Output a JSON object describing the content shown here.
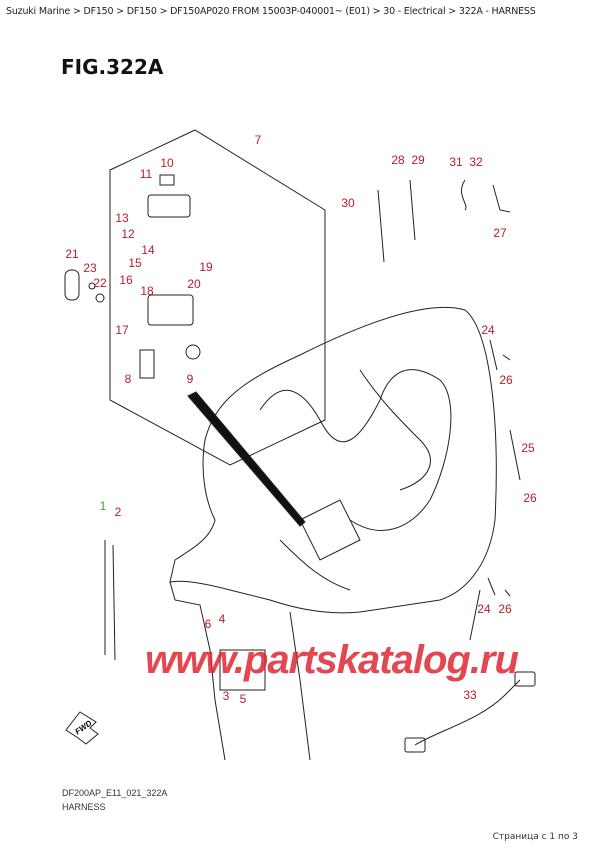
{
  "breadcrumb": "Suzuki Marine > DF150 > DF150 > DF150AP020 FROM 15003P-040001~ (E01) > 30 - Electrical > 322A - HARNESS",
  "figure_title": "FIG.322A",
  "callouts": [
    "7",
    "10",
    "11",
    "13",
    "12",
    "14",
    "15",
    "19",
    "16",
    "20",
    "18",
    "21",
    "23",
    "22",
    "17",
    "8",
    "9",
    "28",
    "29",
    "31",
    "32",
    "30",
    "27",
    "24",
    "26",
    "25",
    "26",
    "1",
    "2",
    "6",
    "4",
    "3",
    "5",
    "24",
    "26",
    "33"
  ],
  "fwd_label": "FWD",
  "watermark": "www.partskatalog.ru",
  "drawing_code": "DF200AP_E11_021_322A",
  "drawing_title": "HARNESS",
  "pagination": "Страница с 1 по 3",
  "colors": {
    "callout": "#b3202a",
    "highlight_callout": "#3aa33a",
    "watermark": "#dc2832"
  }
}
